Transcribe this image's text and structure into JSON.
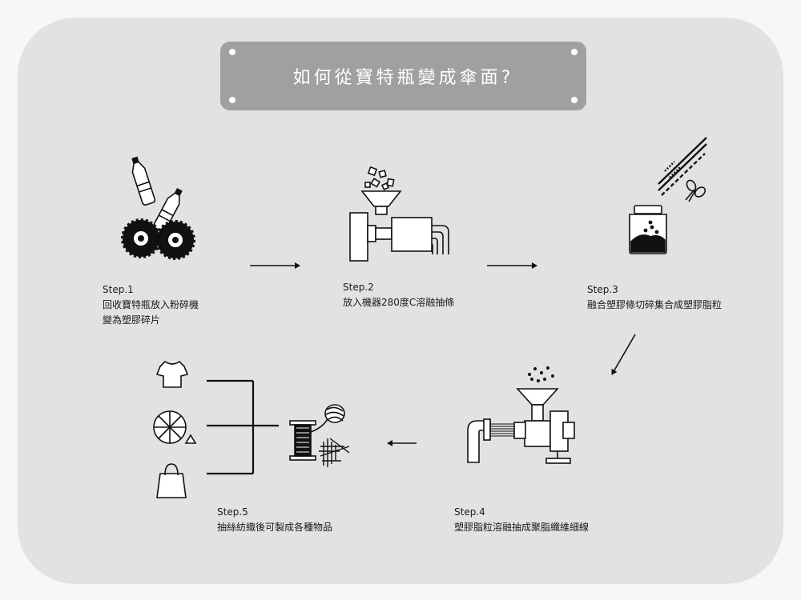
{
  "title": "如何從寶特瓶變成傘面?",
  "steps": [
    {
      "label": "Step.1",
      "lines": [
        "回收寶特瓶放入粉碎機",
        "變為塑膠碎片"
      ]
    },
    {
      "label": "Step.2",
      "lines": [
        "放入機器280度C溶融抽條"
      ]
    },
    {
      "label": "Step.3",
      "lines": [
        "融合塑膠條切碎集合成塑膠脂粒"
      ]
    },
    {
      "label": "Step.4",
      "lines": [
        "塑膠脂粒溶融抽成聚脂纖維細線"
      ]
    },
    {
      "label": "Step.5",
      "lines": [
        "抽絲紡織後可製成各種物品"
      ]
    }
  ],
  "colors": {
    "background": "#e1e2e1",
    "title_box": "#a0a0a0",
    "ink": "#111111"
  },
  "icons": [
    "plastic-bottle-icon",
    "shredder-gear-icon",
    "extruder-machine-icon",
    "pellet-jar-icon",
    "scissors-icon",
    "fiber-spinner-machine-icon",
    "thread-spool-icon",
    "t-shirt-icon",
    "umbrella-icon",
    "shopping-bag-icon",
    "flow-arrow-icon"
  ]
}
